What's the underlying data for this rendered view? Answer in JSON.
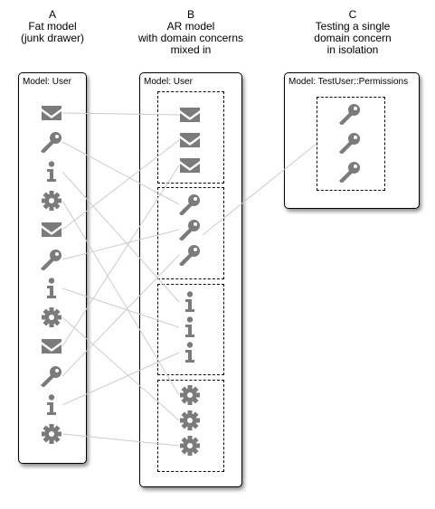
{
  "columns": [
    {
      "letter": "A",
      "lines": [
        "Fat model",
        "(junk drawer)"
      ]
    },
    {
      "letter": "B",
      "lines": [
        "AR model",
        "with domain concerns",
        "mixed in"
      ]
    },
    {
      "letter": "C",
      "lines": [
        "Testing a single",
        "domain concern",
        "in isolation"
      ]
    }
  ],
  "panels": {
    "a": {
      "title": "Model: User"
    },
    "b": {
      "title": "Model: User"
    },
    "c": {
      "title": "Model: TestUser::Permissions"
    }
  },
  "icons": {
    "column_a": [
      "envelope",
      "key",
      "info",
      "gear",
      "envelope",
      "key",
      "info",
      "gear",
      "envelope",
      "key",
      "info",
      "gear"
    ],
    "column_b_groups": [
      [
        "envelope",
        "envelope",
        "envelope"
      ],
      [
        "key",
        "key",
        "key"
      ],
      [
        "info",
        "info",
        "info"
      ],
      [
        "gear",
        "gear",
        "gear"
      ]
    ],
    "column_c": [
      "key",
      "key",
      "key"
    ]
  },
  "colors": {
    "icon": "#7b7b7b",
    "connector": "#cccccc",
    "border": "#000000"
  }
}
